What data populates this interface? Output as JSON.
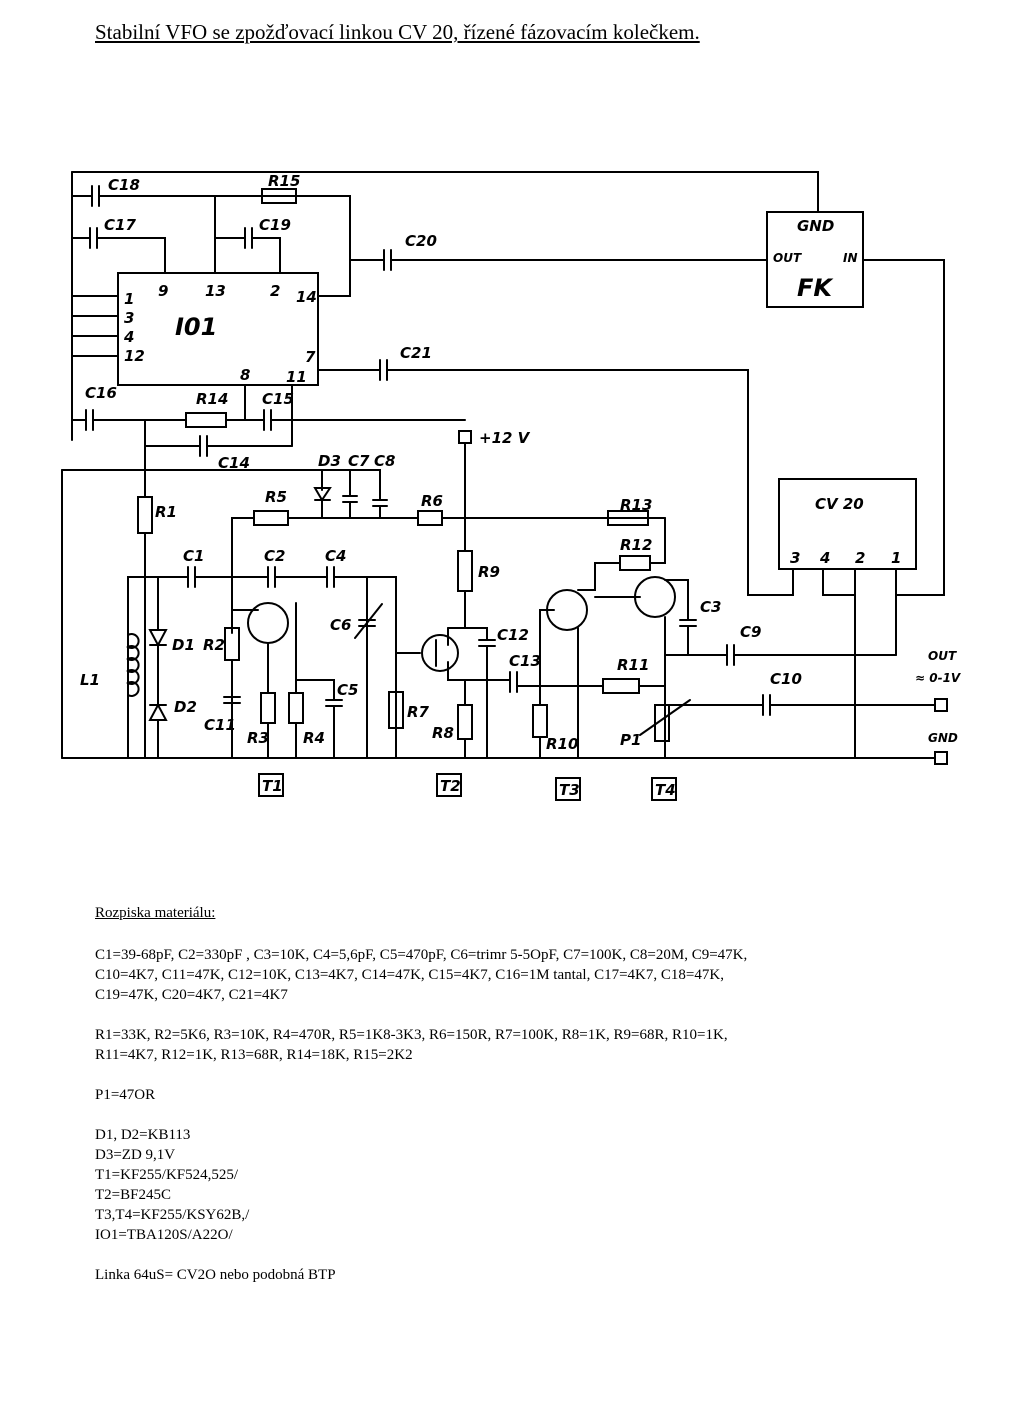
{
  "title": "Stabilní VFO se zpožďovací linkou CV 20,  řízené fázovacím kolečkem.",
  "schematic": {
    "ic": {
      "name": "I01",
      "pins": [
        "9",
        "13",
        "2",
        "14",
        "1",
        "3",
        "4",
        "12",
        "8",
        "11",
        "7"
      ]
    },
    "fk": {
      "gnd": "GND",
      "out": "OUT",
      "in": "IN",
      "name": "FK"
    },
    "cv20": {
      "name": "CV 20",
      "pins": [
        "3",
        "4",
        "2",
        "1"
      ]
    },
    "supply": "+12 V",
    "out_label": "OUT",
    "out_level": "≈ 0-1V",
    "gnd_label": "GND",
    "capacitors": [
      "C18",
      "C17",
      "C19",
      "C20",
      "C21",
      "C16",
      "C15",
      "C14",
      "C7",
      "C8",
      "C1",
      "C2",
      "C4",
      "C6",
      "C5",
      "C3",
      "C9",
      "C10",
      "C11",
      "C12",
      "C13"
    ],
    "resistors": [
      "R15",
      "R14",
      "R1",
      "R5",
      "R6",
      "R13",
      "R12",
      "R9",
      "R2",
      "R3",
      "R4",
      "R7",
      "R8",
      "R11",
      "R10",
      "P1"
    ],
    "diodes": [
      "D3",
      "D1",
      "D2"
    ],
    "inductor": "L1",
    "transistors": [
      "T1",
      "T2",
      "T3",
      "T4"
    ]
  },
  "bom": {
    "heading": "Rozpiska materiálu:",
    "capacitors": [
      "C1=39-68pF, C2=330pF , C3=10K, C4=5,6pF, C5=470pF, C6=trimr 5-5OpF, C7=100K, C8=20M, C9=47K,",
      "C10=4K7, C11=47K, C12=10K, C13=4K7, C14=47K, C15=4K7, C16=1M tantal, C17=4K7, C18=47K,",
      "C19=47K, C20=4K7, C21=4K7"
    ],
    "resistors": [
      "R1=33K, R2=5K6, R3=10K, R4=470R, R5=1K8-3K3, R6=150R, R7=100K, R8=1K, R9=68R, R10=1K,",
      "R11=4K7, R12=1K, R13=68R, R14=18K, R15=2K2"
    ],
    "pot": "P1=47OR",
    "semis": [
      "D1, D2=KB113",
      "D3=ZD 9,1V",
      "T1=KF255/KF524,525/",
      "T2=BF245C",
      "T3,T4=KF255/KSY62B,/",
      "IO1=TBA120S/A22O/"
    ],
    "line": "Linka 64uS= CV2O nebo podobná BTP"
  }
}
